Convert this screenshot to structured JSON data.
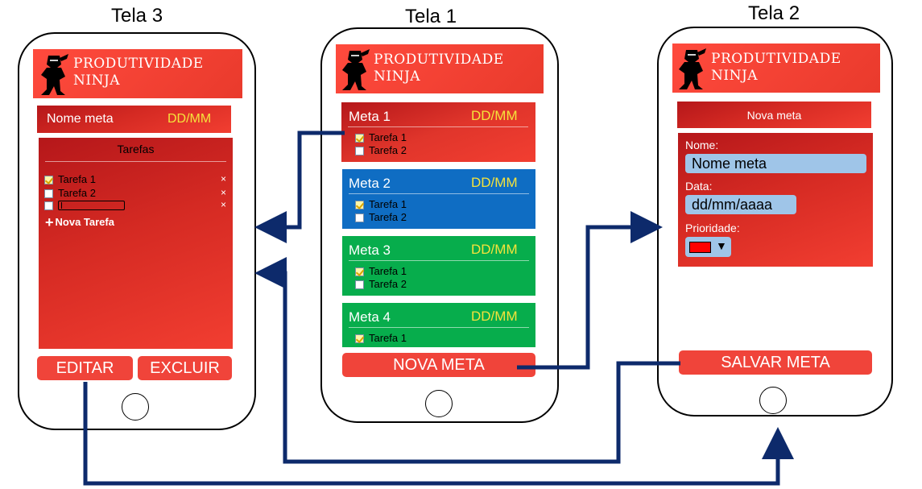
{
  "screens": {
    "tela3": {
      "title": "Tela 3"
    },
    "tela1": {
      "title": "Tela 1"
    },
    "tela2": {
      "title": "Tela 2"
    }
  },
  "brand": {
    "line1": "PRODUTIVIDADE",
    "line2": "NINJA"
  },
  "tela1": {
    "metas": [
      {
        "name": "Meta 1",
        "date": "DD/MM",
        "color": "#e0352b",
        "tasks": [
          {
            "label": "Tarefa 1",
            "checked": true
          },
          {
            "label": "Tarefa 2",
            "checked": false
          }
        ]
      },
      {
        "name": "Meta 2",
        "date": "DD/MM",
        "color": "#0f6dc3",
        "tasks": [
          {
            "label": "Tarefa 1",
            "checked": true
          },
          {
            "label": "Tarefa 2",
            "checked": false
          }
        ]
      },
      {
        "name": "Meta 3",
        "date": "DD/MM",
        "color": "#07ad4c",
        "tasks": [
          {
            "label": "Tarefa 1",
            "checked": true
          },
          {
            "label": "Tarefa 2",
            "checked": false
          }
        ]
      },
      {
        "name": "Meta 4",
        "date": "DD/MM",
        "color": "#07ad4c",
        "tasks": [
          {
            "label": "Tarefa 1",
            "checked": true
          }
        ]
      }
    ],
    "nova_meta_button": "NOVA META"
  },
  "tela2": {
    "heading": "Nova meta",
    "nome_label": "Nome:",
    "nome_value": "Nome meta",
    "data_label": "Data:",
    "data_value": "dd/mm/aaaa",
    "prioridade_label": "Prioridade:",
    "prioridade_color": "#ff0000",
    "dropdown_glyph": "▼",
    "salvar_button": "SALVAR META"
  },
  "tela3": {
    "meta_name": "Nome meta",
    "meta_date": "DD/MM",
    "tarefas_heading": "Tarefas",
    "tasks": [
      {
        "label": "Tarefa 1",
        "checked": true
      },
      {
        "label": "Tarefa 2",
        "checked": false
      }
    ],
    "remove_glyph": "×",
    "add_glyph": "+",
    "add_task_label": "Nova Tarefa",
    "editar_button": "EDITAR",
    "excluir_button": "EXCLUIR"
  },
  "colors": {
    "date_yellow": "#f5e33b",
    "arrow": "#0d2a6b",
    "accent_red": "#f0443a"
  }
}
